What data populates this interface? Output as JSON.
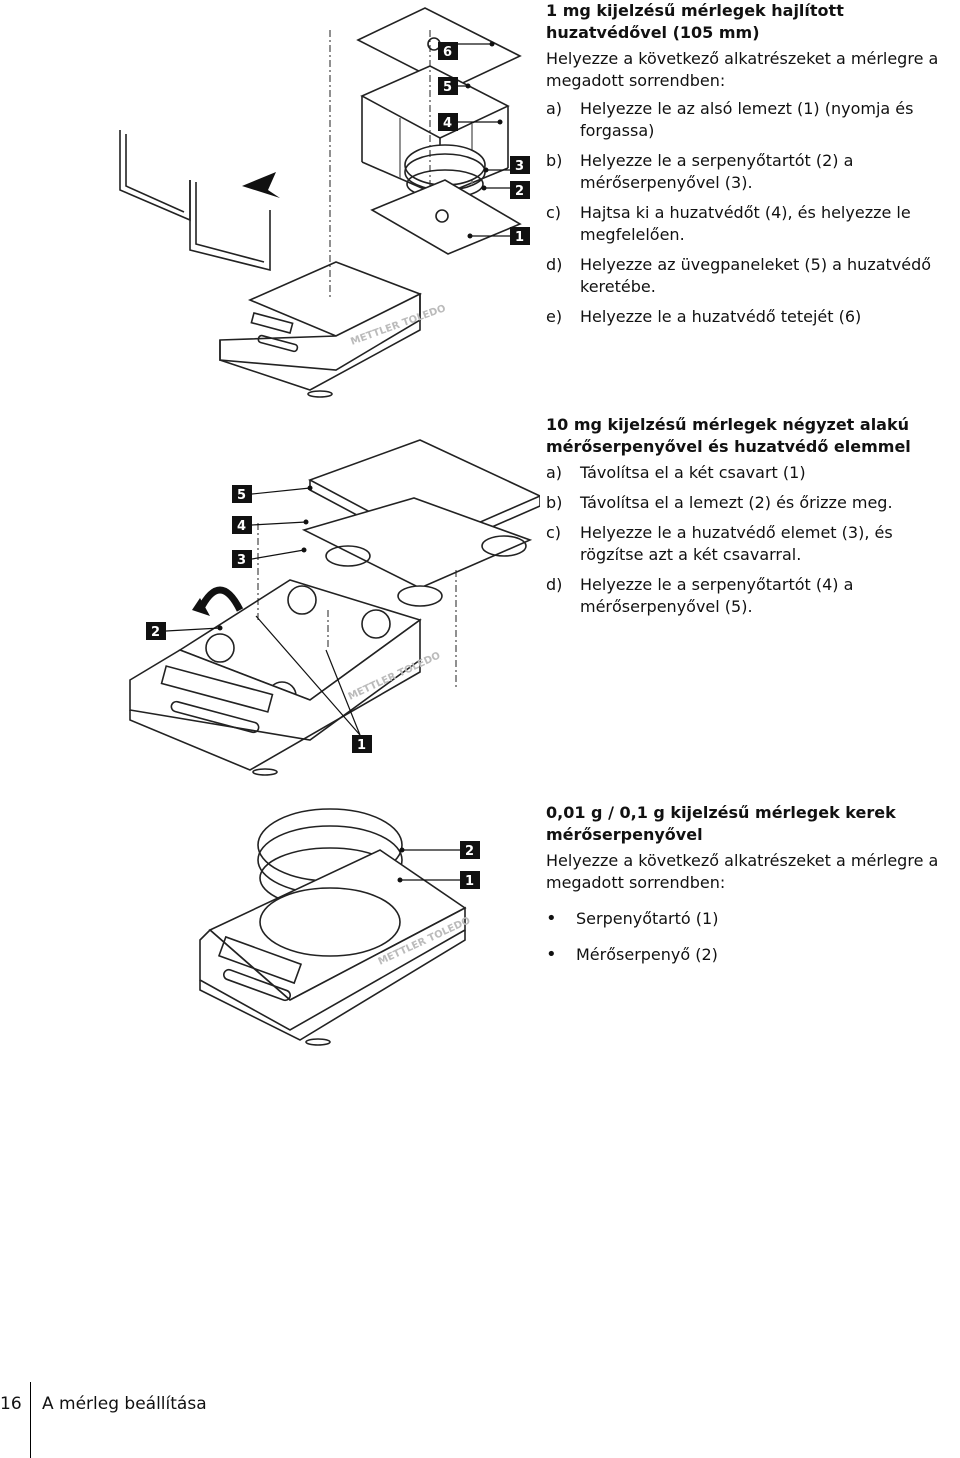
{
  "section1": {
    "heading": "1 mg kijelzésű mérlegek hajlított huzatvédővel (105 mm)",
    "intro": "Helyezze a következő alkatrészeket a mérlegre a megadott sorrendben:",
    "steps": [
      {
        "label": "a)",
        "text": "Helyezze le az alsó lemezt (1) (nyomja és forgassa)"
      },
      {
        "label": "b)",
        "text": "Helyezze le a serpenyőtartót (2) a mérőserpenyővel (3)."
      },
      {
        "label": "c)",
        "text": "Hajtsa ki a huzatvédőt (4), és helyezze le megfelelően."
      },
      {
        "label": "d)",
        "text": "Helyezze az üvegpaneleket (5) a huzatvédő keretébe."
      },
      {
        "label": "e)",
        "text": "Helyezze le a huzatvédő tetejét (6)"
      }
    ],
    "callouts": [
      "6",
      "5",
      "4",
      "3",
      "2",
      "1"
    ],
    "brand": "METTLER TOLEDO"
  },
  "section2": {
    "heading": "10 mg kijelzésű mérlegek négyzet alakú mérőserpenyővel és huzatvédő elemmel",
    "steps": [
      {
        "label": "a)",
        "text": "Távolítsa el a két csavart (1)"
      },
      {
        "label": "b)",
        "text": "Távolítsa el a lemezt (2) és őrizze meg."
      },
      {
        "label": "c)",
        "text": "Helyezze le a huzatvédő elemet (3), és rögzítse azt a két csavarral."
      },
      {
        "label": "d)",
        "text": "Helyezze le a serpenyőtartót (4) a mérőserpenyővel (5)."
      }
    ],
    "callouts": [
      "5",
      "4",
      "3",
      "2",
      "1"
    ],
    "brand": "METTLER TOLEDO"
  },
  "section3": {
    "heading": "0,01 g / 0,1 g kijelzésű mérlegek kerek mérőserpenyővel",
    "intro": "Helyezze a következő alkatrészeket a mérlegre a megadott sorrendben:",
    "bullets": [
      "Serpenyőtartó (1)",
      "Mérőserpenyő (2)"
    ],
    "callouts": [
      "2",
      "1"
    ],
    "brand": "METTLER TOLEDO"
  },
  "footer": {
    "page_number": "16",
    "title": "A mérleg beállítása"
  }
}
